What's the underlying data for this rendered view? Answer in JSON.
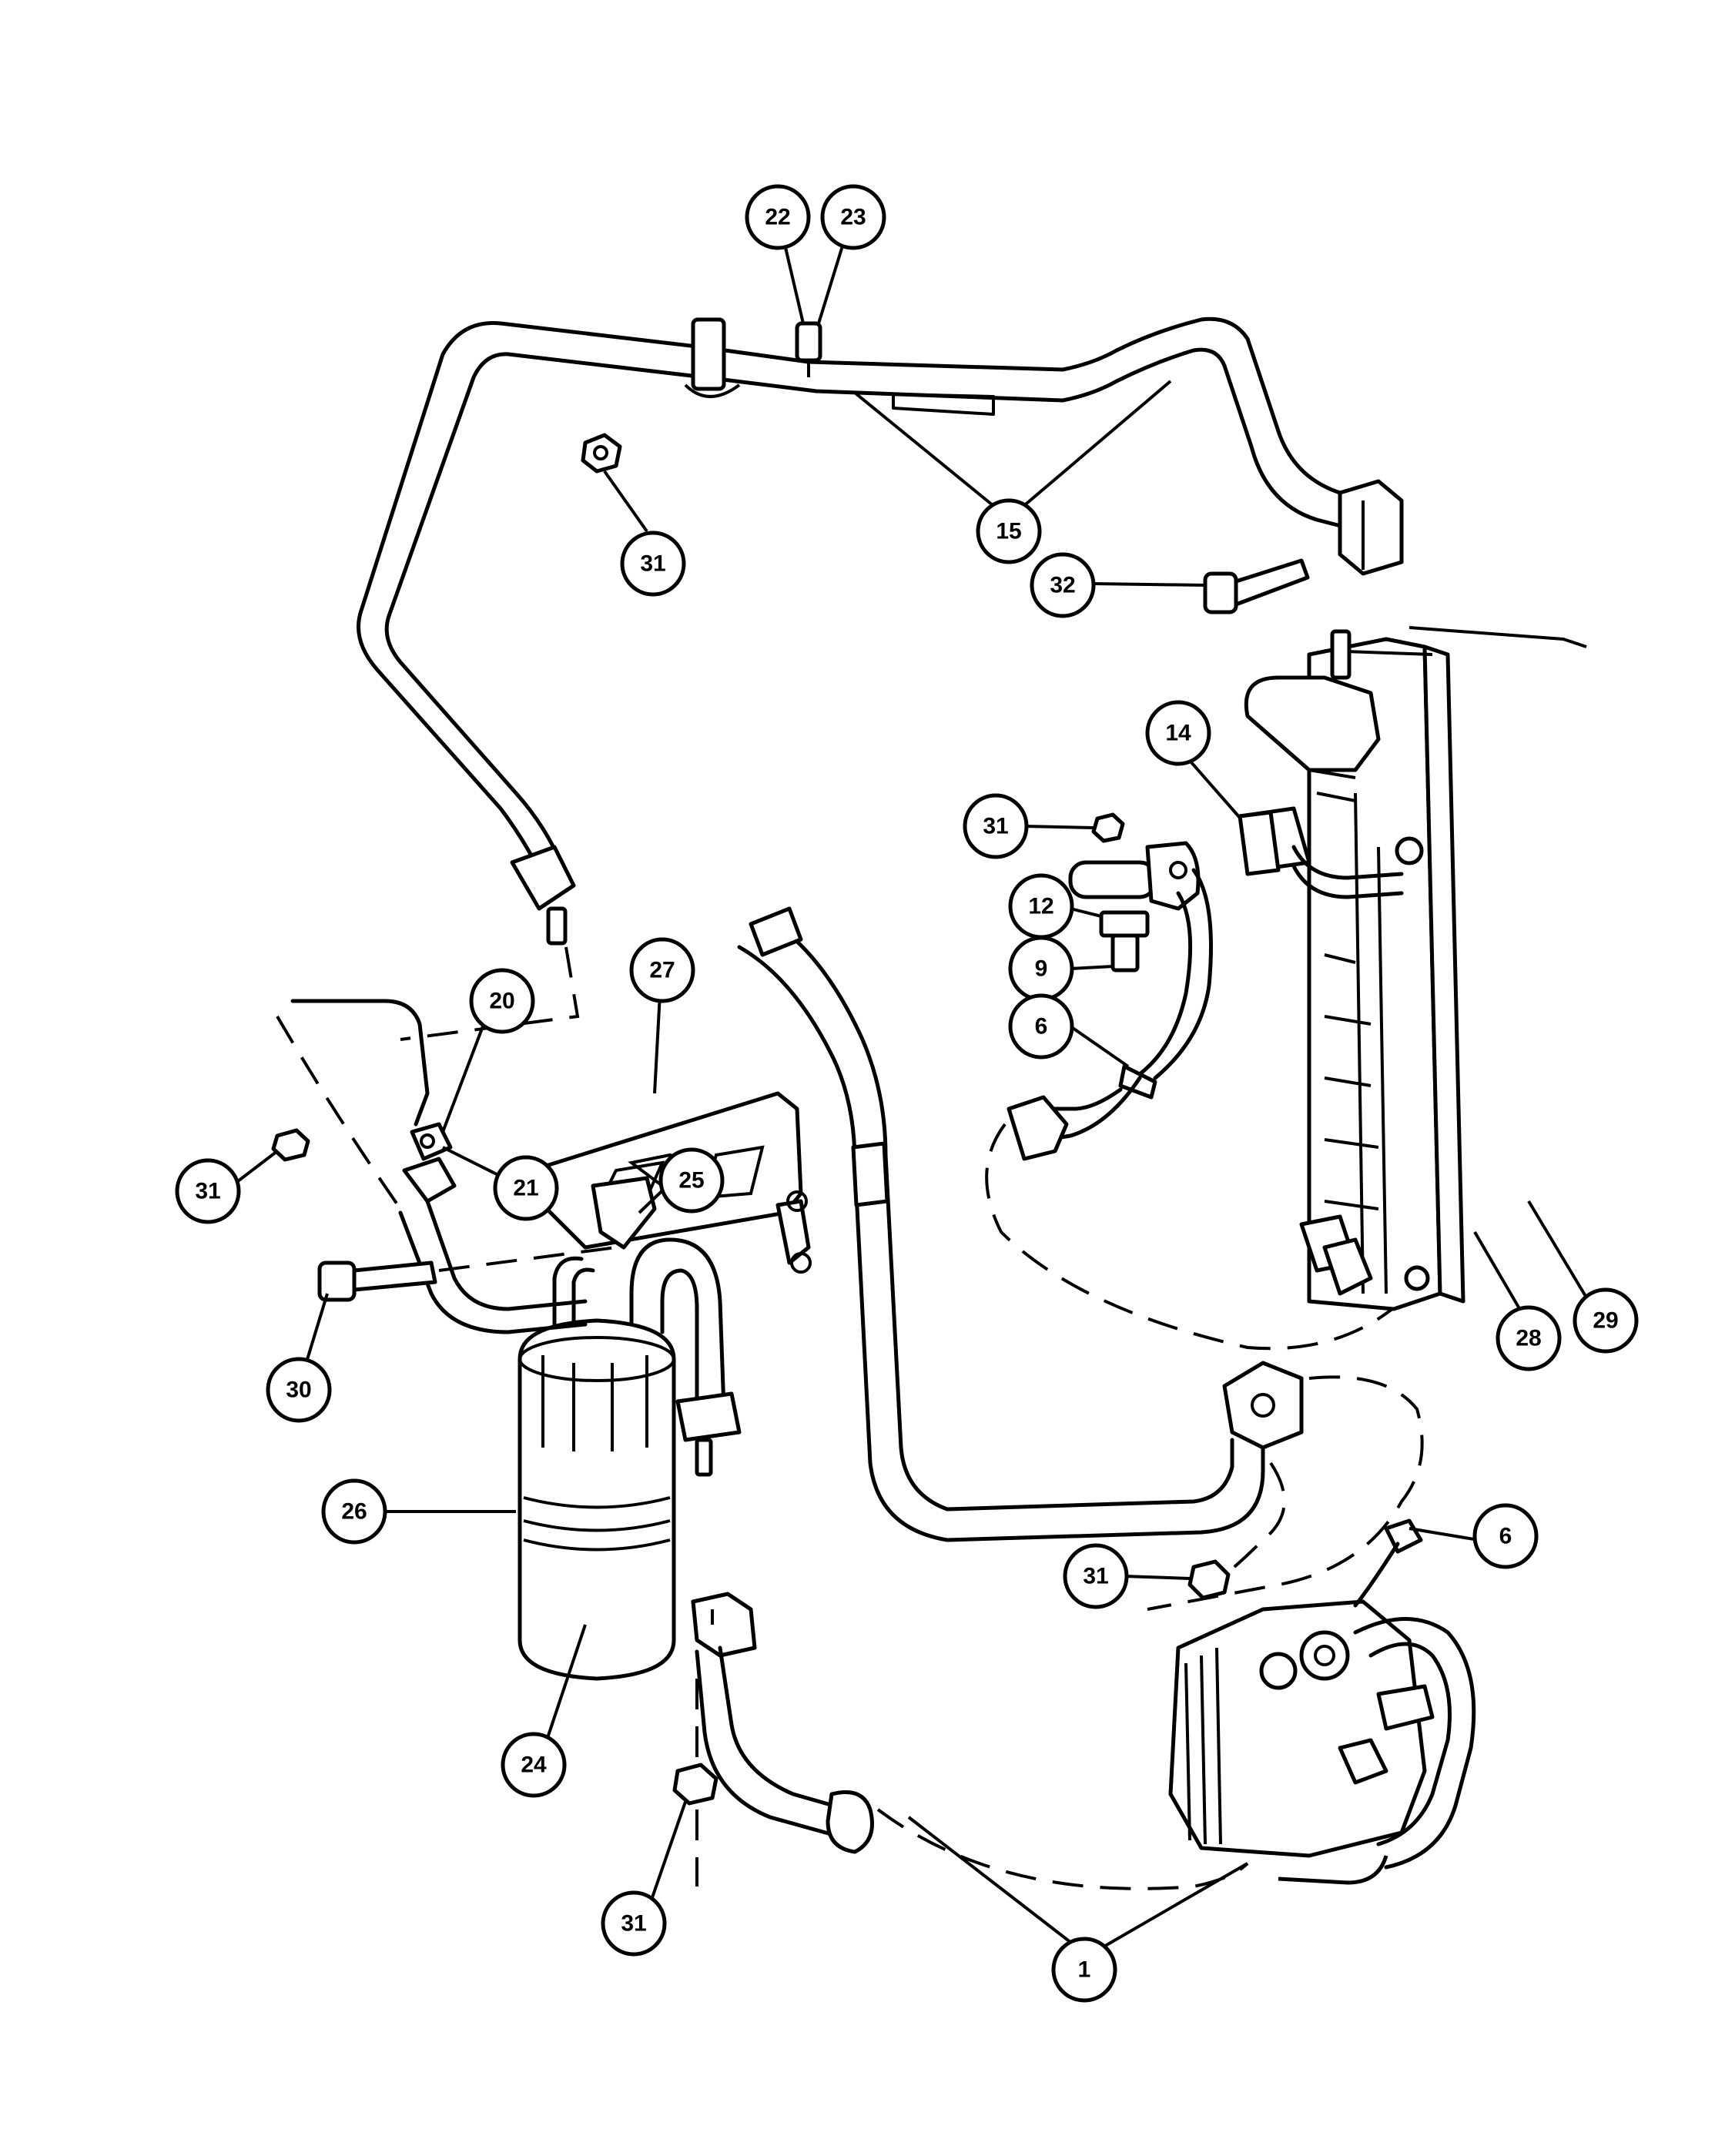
{
  "callouts": [
    {
      "id": "c22",
      "label": "22"
    },
    {
      "id": "c23",
      "label": "23"
    },
    {
      "id": "c15",
      "label": "15"
    },
    {
      "id": "c31a",
      "label": "31"
    },
    {
      "id": "c32",
      "label": "32"
    },
    {
      "id": "c14",
      "label": "14"
    },
    {
      "id": "c31b",
      "label": "31"
    },
    {
      "id": "c12",
      "label": "12"
    },
    {
      "id": "c9",
      "label": "9"
    },
    {
      "id": "c6a",
      "label": "6"
    },
    {
      "id": "c27",
      "label": "27"
    },
    {
      "id": "c20",
      "label": "20"
    },
    {
      "id": "c21",
      "label": "21"
    },
    {
      "id": "c31c",
      "label": "31"
    },
    {
      "id": "c25",
      "label": "25"
    },
    {
      "id": "c30",
      "label": "30"
    },
    {
      "id": "c28",
      "label": "28"
    },
    {
      "id": "c29",
      "label": "29"
    },
    {
      "id": "c26",
      "label": "26"
    },
    {
      "id": "c6b",
      "label": "6"
    },
    {
      "id": "c31d",
      "label": "31"
    },
    {
      "id": "c24",
      "label": "24"
    },
    {
      "id": "c31e",
      "label": "31"
    },
    {
      "id": "c1",
      "label": "1"
    }
  ]
}
